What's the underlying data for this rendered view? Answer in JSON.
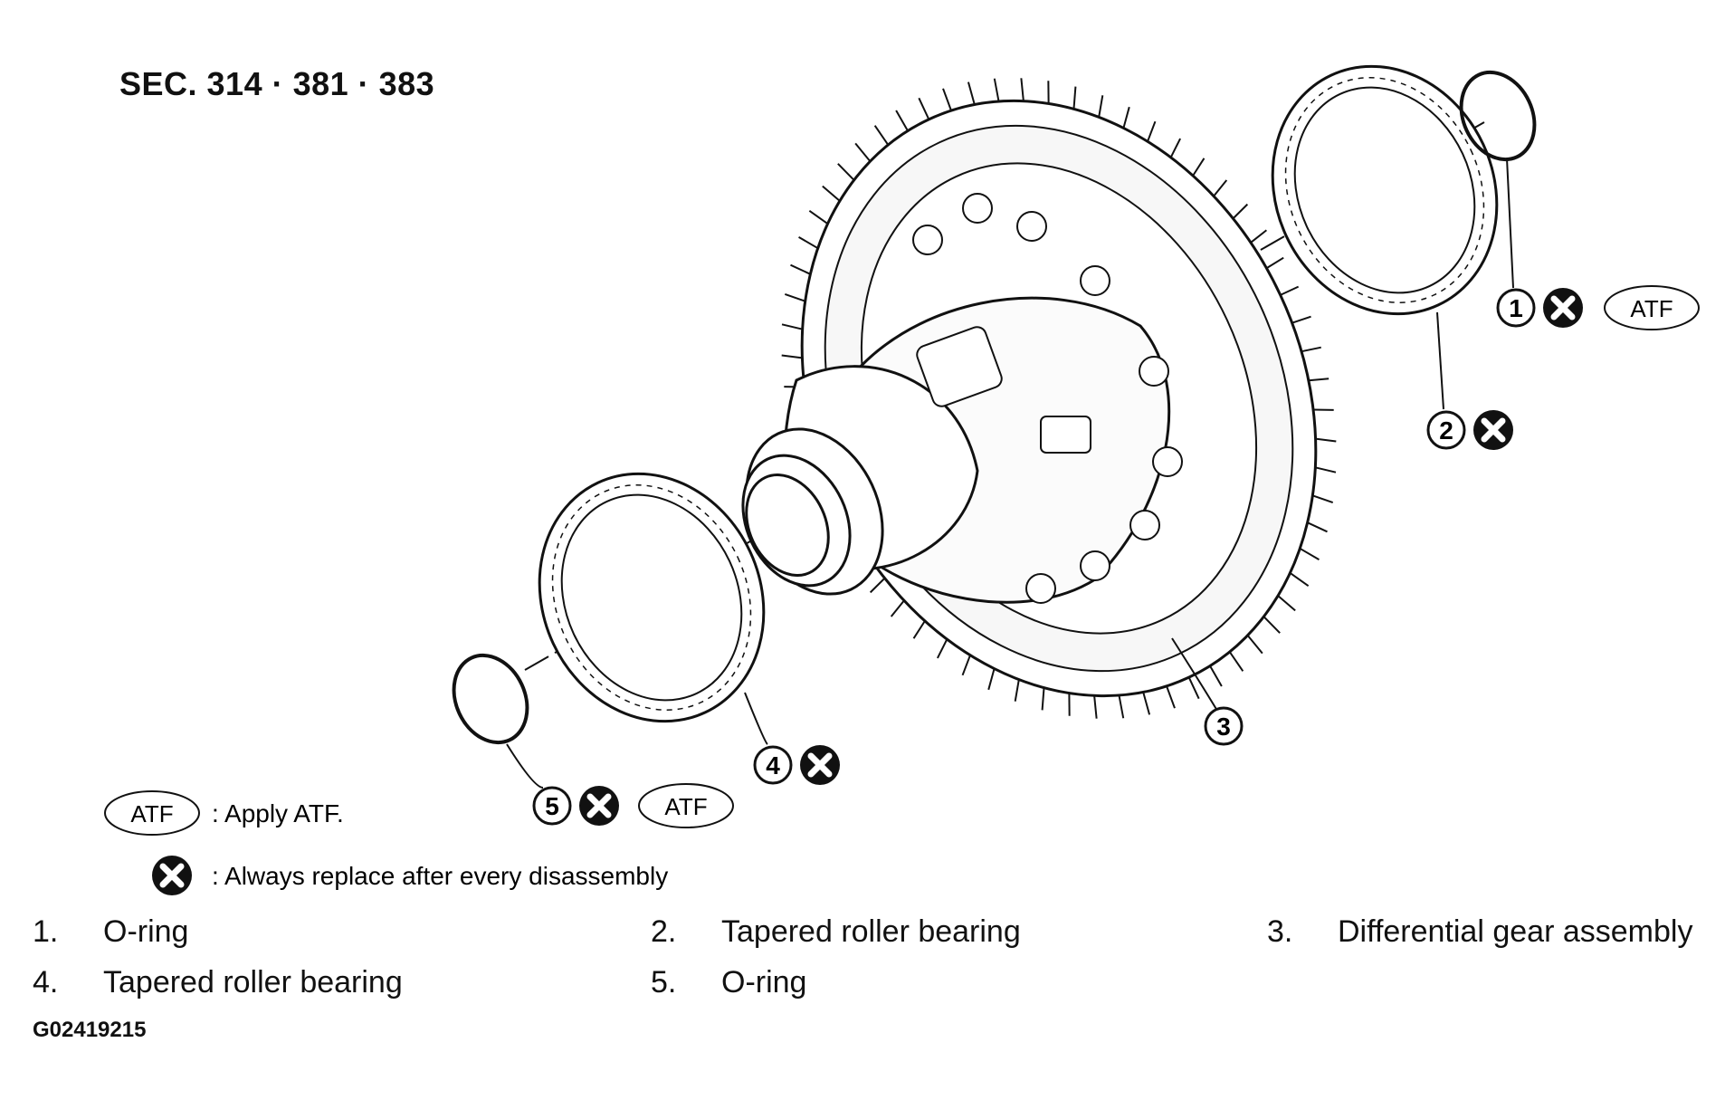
{
  "header": {
    "section": "SEC. 314 · 381 · 383"
  },
  "callouts": [
    {
      "number": "1",
      "replace": true,
      "atf": "ATF"
    },
    {
      "number": "2",
      "replace": true
    },
    {
      "number": "3"
    },
    {
      "number": "4",
      "replace": true
    },
    {
      "number": "5",
      "replace": true,
      "atf": "ATF"
    }
  ],
  "legend": {
    "atf_symbol": "ATF",
    "atf_text": ": Apply ATF.",
    "replace_text": ": Always replace after every disassembly"
  },
  "parts": [
    {
      "num": "1.",
      "name": "O-ring"
    },
    {
      "num": "2.",
      "name": "Tapered roller bearing"
    },
    {
      "num": "3.",
      "name": "Differential gear assembly"
    },
    {
      "num": "4.",
      "name": "Tapered roller bearing"
    },
    {
      "num": "5.",
      "name": "O-ring"
    }
  ],
  "figure_id": "G02419215"
}
